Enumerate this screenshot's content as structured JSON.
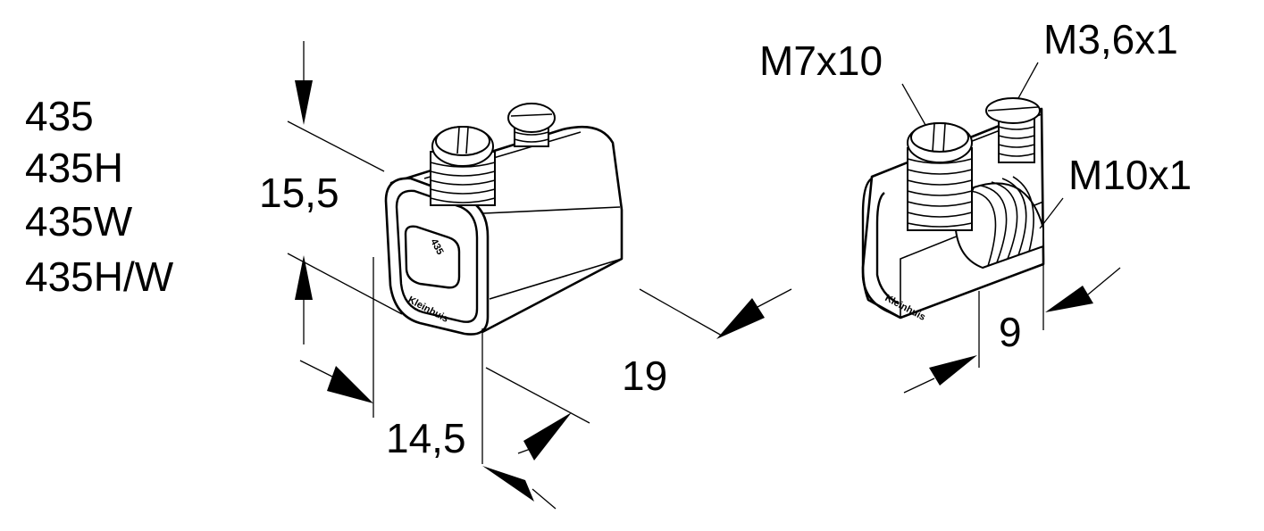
{
  "models": [
    "435",
    "435H",
    "435W",
    "435H/W"
  ],
  "dimensions": {
    "height": "15,5",
    "width": "14,5",
    "length": "19",
    "section": "9"
  },
  "threads": {
    "main_screw": "M7x10",
    "small_screw": "M3,6x1",
    "bore": "M10x1"
  },
  "markings": {
    "part_number": "435",
    "brand": "Kleinhuis"
  }
}
